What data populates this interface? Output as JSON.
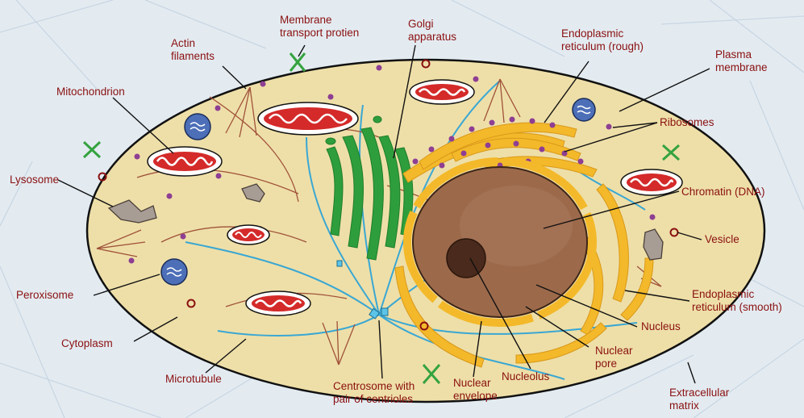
{
  "colors": {
    "label": "#8a1010",
    "cytoplasm": "#eedfa8",
    "nucleus": "#9c6a4b",
    "golgi": "#2e9e3c",
    "er": "#f3b92a",
    "mitochondrion": "#d42a2a",
    "microtubule": "#3aa7d3",
    "ribosome": "#8e3e93",
    "peroxisome": "#4d6fb8"
  },
  "labels": {
    "membrane_transport_protein": [
      "Membrane",
      "transport protien"
    ],
    "golgi_apparatus": [
      "Golgi",
      "apparatus"
    ],
    "er_rough": [
      "Endoplasmic",
      "reticulum (rough)"
    ],
    "plasma_membrane": [
      "Plasma",
      "membrane"
    ],
    "actin_filaments": [
      "Actin",
      "filaments"
    ],
    "mitochondrion": "Mitochondrion",
    "ribosomes": "Ribosomes",
    "lysosome": "Lysosome",
    "chromatin": "Chromatin (DNA)",
    "vesicle": "Vesicle",
    "peroxisome": "Peroxisome",
    "er_smooth": [
      "Endoplasmic",
      "reticulum (smooth)"
    ],
    "cytoplasm": "Cytoplasm",
    "nucleus": "Nucleus",
    "nuclear_pore": [
      "Nuclear",
      "pore"
    ],
    "microtubule": "Microtubule",
    "nucleolus": "Nucleolus",
    "nuclear_envelope": [
      "Nuclear",
      "envelope"
    ],
    "centrosome": [
      "Centrosome with",
      "pair of centrioles"
    ],
    "extracellular_matrix": [
      "Extracellular",
      "matrix"
    ]
  }
}
